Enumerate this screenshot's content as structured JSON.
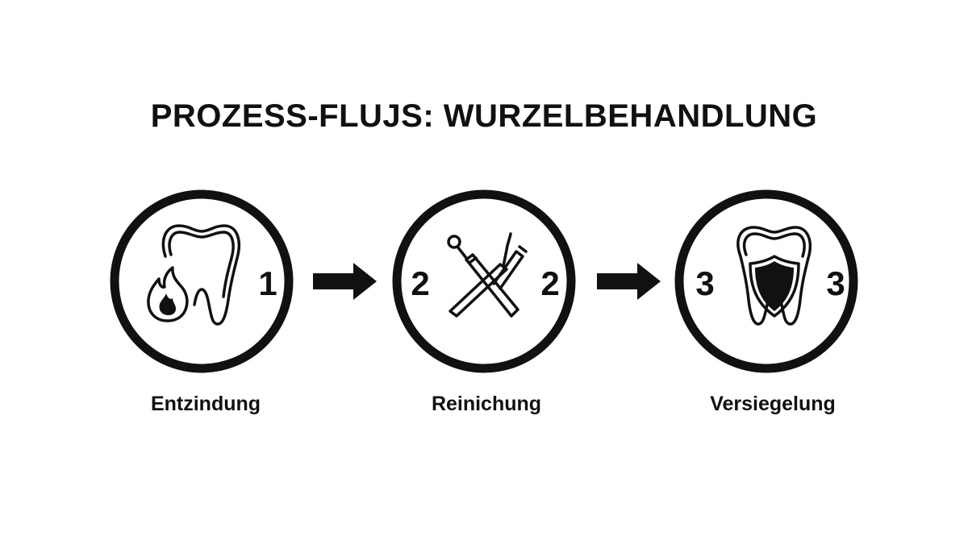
{
  "title": "PROZESS-FLUJS: WURZELBEHANDLUNG",
  "steps": [
    {
      "label": "Entzindung",
      "numbers": [
        "1"
      ],
      "icon": "inflamed-tooth-icon"
    },
    {
      "label": "Reinichung",
      "numbers": [
        "2",
        "2"
      ],
      "icon": "dental-instruments-icon"
    },
    {
      "label": "Versiegelung",
      "numbers": [
        "3",
        "3"
      ],
      "icon": "shielded-tooth-icon"
    }
  ],
  "connectors": [
    "arrow-right-icon",
    "arrow-right-icon"
  ],
  "colors": {
    "background": "#ffffff",
    "ink": "#111111"
  }
}
